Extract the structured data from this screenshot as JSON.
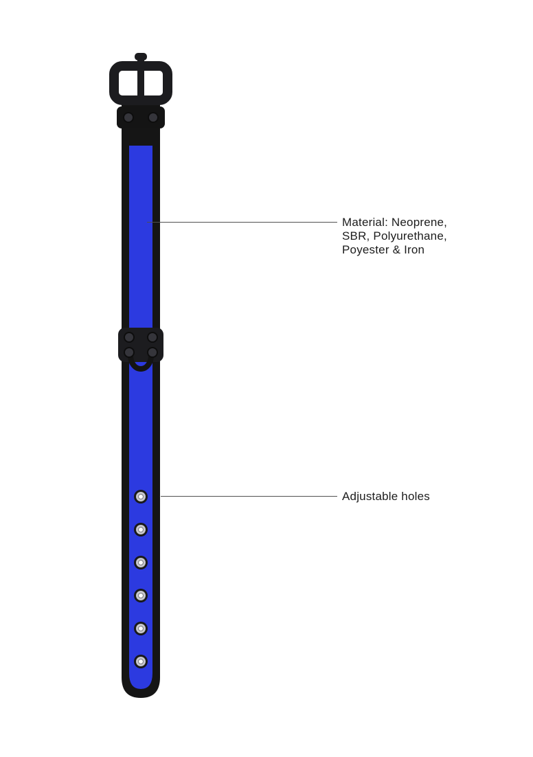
{
  "page": {
    "background_color": "#ffffff"
  },
  "product_image": {
    "name": "blue-neoprene-collar",
    "adjustment_holes_visible": 6,
    "colors": {
      "strap_edge_black": "#151515",
      "strap_blue": "#2c3ae0",
      "hardware_black": "#1c1c1f",
      "keeper_black": "#141414",
      "rivet_gray": "#35353b",
      "eyelet_rim_black": "#1a1a1a",
      "eyelet_silver": "#c6c6cc",
      "eyelet_hole_white": "#ffffff"
    }
  },
  "annotations": {
    "callout_line_color": "#4f4f4f",
    "text_color": "#1c1c1c",
    "material": {
      "lines": [
        "Material: Neoprene,",
        "SBR, Polyurethane,",
        "Poyester & Iron"
      ]
    },
    "holes": {
      "label": "Adjustable holes"
    }
  }
}
